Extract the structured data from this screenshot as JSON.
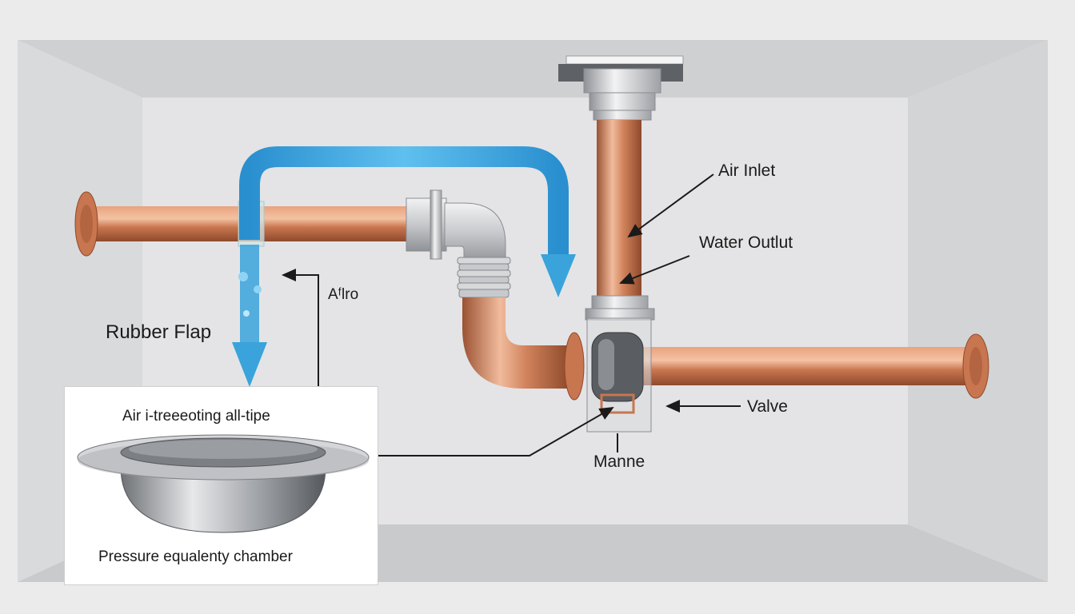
{
  "diagram": {
    "labels": {
      "air_inlet": "Air Inlet",
      "water_outlet": "Water Outlut",
      "airflow": "Aᶠlro",
      "rubber_flap": "Rubber Flap",
      "air_treating": "Air i-treeeoting all-tipe",
      "valve": "Valve",
      "manne": "Manne",
      "chamber": "Pressure equalenty chamber"
    },
    "colors": {
      "copper": "#c8764f",
      "water_blue": "#3aa3db",
      "wall": "#dcdcde",
      "steel": "#b9bcc0"
    }
  }
}
